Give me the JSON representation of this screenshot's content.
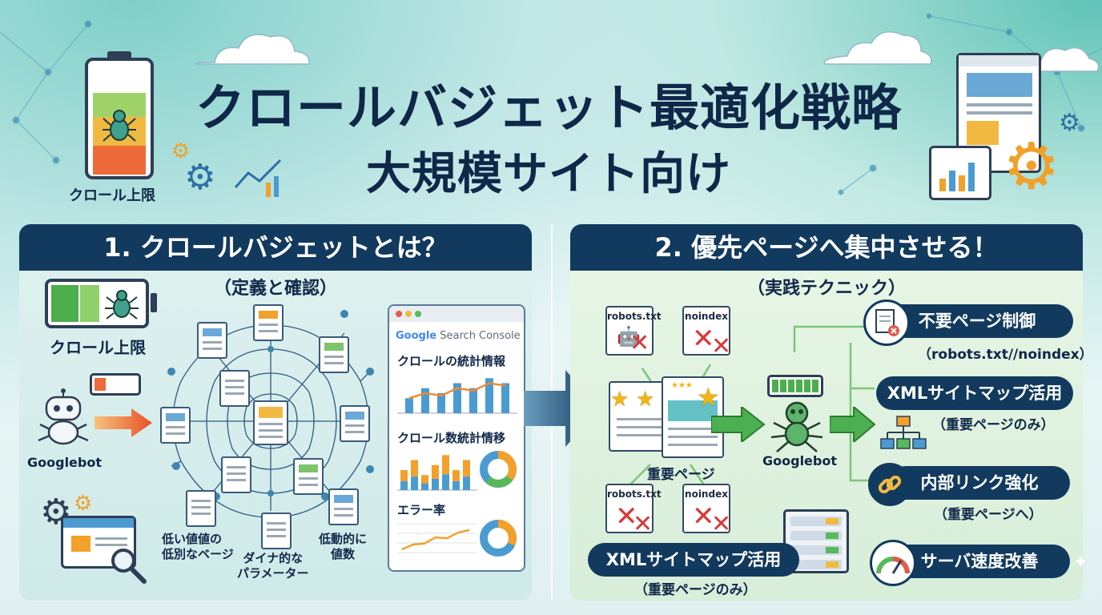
{
  "title": {
    "line1": "クロールバジェット最適化戦略",
    "line2": "大規模サイト向け"
  },
  "hero": {
    "battery_label": "クロール上限"
  },
  "panel1": {
    "header": "1. クロールバジェットとは？",
    "subheader": "（定義と確認）",
    "battery_label": "クロール上限",
    "bot_label": "Googlebot",
    "labels": {
      "low_value": "低い値値の\n低別なベージ",
      "dynamic": "ダイナ的な\nパラメーター",
      "low_dyn": "低動的に\n値数"
    },
    "console": {
      "brand": "Google",
      "product": "Search Console",
      "section1": "クロールの統計情報",
      "section2": "クロール数統計情移",
      "section3": "エラー率",
      "chart1": {
        "bars": [
          3,
          5,
          4,
          6,
          5,
          7,
          6
        ],
        "line": [
          3,
          4,
          3.5,
          5,
          4.5,
          6,
          5.5
        ]
      },
      "chart2": {
        "bars": [
          4,
          6,
          3,
          5,
          7,
          4,
          6
        ]
      },
      "chart3": {
        "line": [
          2,
          3,
          3.2,
          4.5,
          4.3,
          5.5,
          6
        ]
      }
    }
  },
  "panel2": {
    "header": "2. 優先ページへ集中させる！",
    "subheader": "（実践テクニック）",
    "files": {
      "robots1": "robots.txt",
      "noindex1": "noindex",
      "robots2": "robots.txt",
      "noindex2": "noindex"
    },
    "important_label": "重要ページ",
    "bot_label": "Googlebot",
    "xml_pill": "XMLサイトマップ活用",
    "xml_pill_sub": "（重要ページのみ）",
    "items": [
      {
        "title": "不要ページ制御",
        "sub": "（robots.txt/​/noindex）",
        "icon": "file-blocked-icon"
      },
      {
        "title": "XMLサイトマップ活用",
        "sub": "（重要ページのみ）",
        "icon": "sitemap-icon"
      },
      {
        "title": "内部リンク強化",
        "sub": "（重要ページへ）",
        "icon": "link-icon"
      },
      {
        "title": "サーバ速度改善",
        "sub": "",
        "icon": "gauge-icon"
      }
    ]
  },
  "colors": {
    "navy": "#123a5e",
    "accent_red": "#d83a3a",
    "accent_green": "#4caf50",
    "accent_orange": "#f28a2e"
  }
}
